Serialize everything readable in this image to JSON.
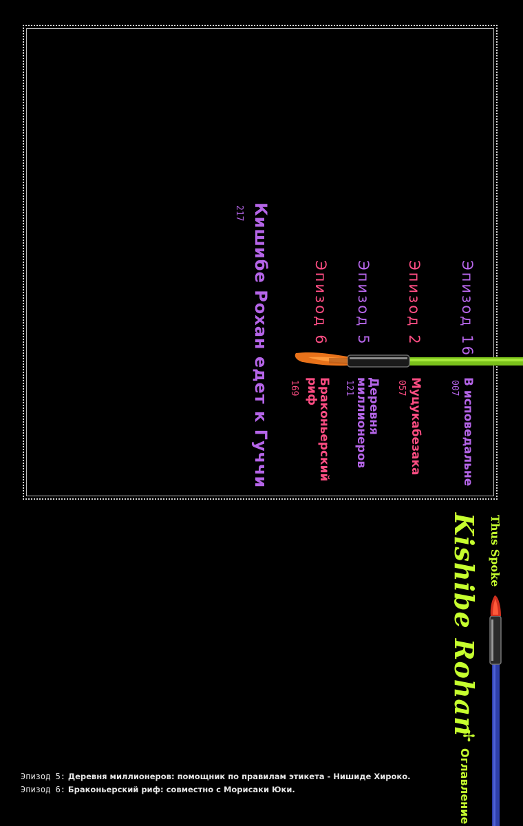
{
  "colors": {
    "background": "#000000",
    "violet": "#b565e8",
    "pink": "#ff4d83",
    "lime": "#c6ff2e",
    "frame": "#d8d8d8",
    "footnote": "#e6e6e6"
  },
  "toc": {
    "episodes": [
      {
        "label": "Эпизод 16",
        "title": "В исповедальне",
        "page": "007"
      },
      {
        "label": "Эпизод 2",
        "title": "Муцукабезака",
        "page": "057"
      },
      {
        "label": "Эпизод 5",
        "title": "Деревня миллионеров",
        "page": "121"
      },
      {
        "label": "Эпизод 6",
        "title": "Браконьерский риф",
        "page": "169"
      }
    ],
    "special": {
      "title": "Кишибе Рохан едет к Гуччи",
      "page": "217"
    }
  },
  "sidebar": {
    "subtitle": "Thus Spoke",
    "title": "Kishibe Rohan",
    "separator": "✢",
    "contents": "Оглавление"
  },
  "footnotes": [
    {
      "label": "Эпизод 5:",
      "text": "Деревня миллионеров: помощник по правилам этикета - Нишиде Хироко."
    },
    {
      "label": "Эпизод 6:",
      "text": "Браконьерский риф: совместно с Морисаки Юки."
    }
  ],
  "icons": {
    "brush_large": "paint-brush-icon",
    "brush_small": "paint-brush-icon"
  }
}
